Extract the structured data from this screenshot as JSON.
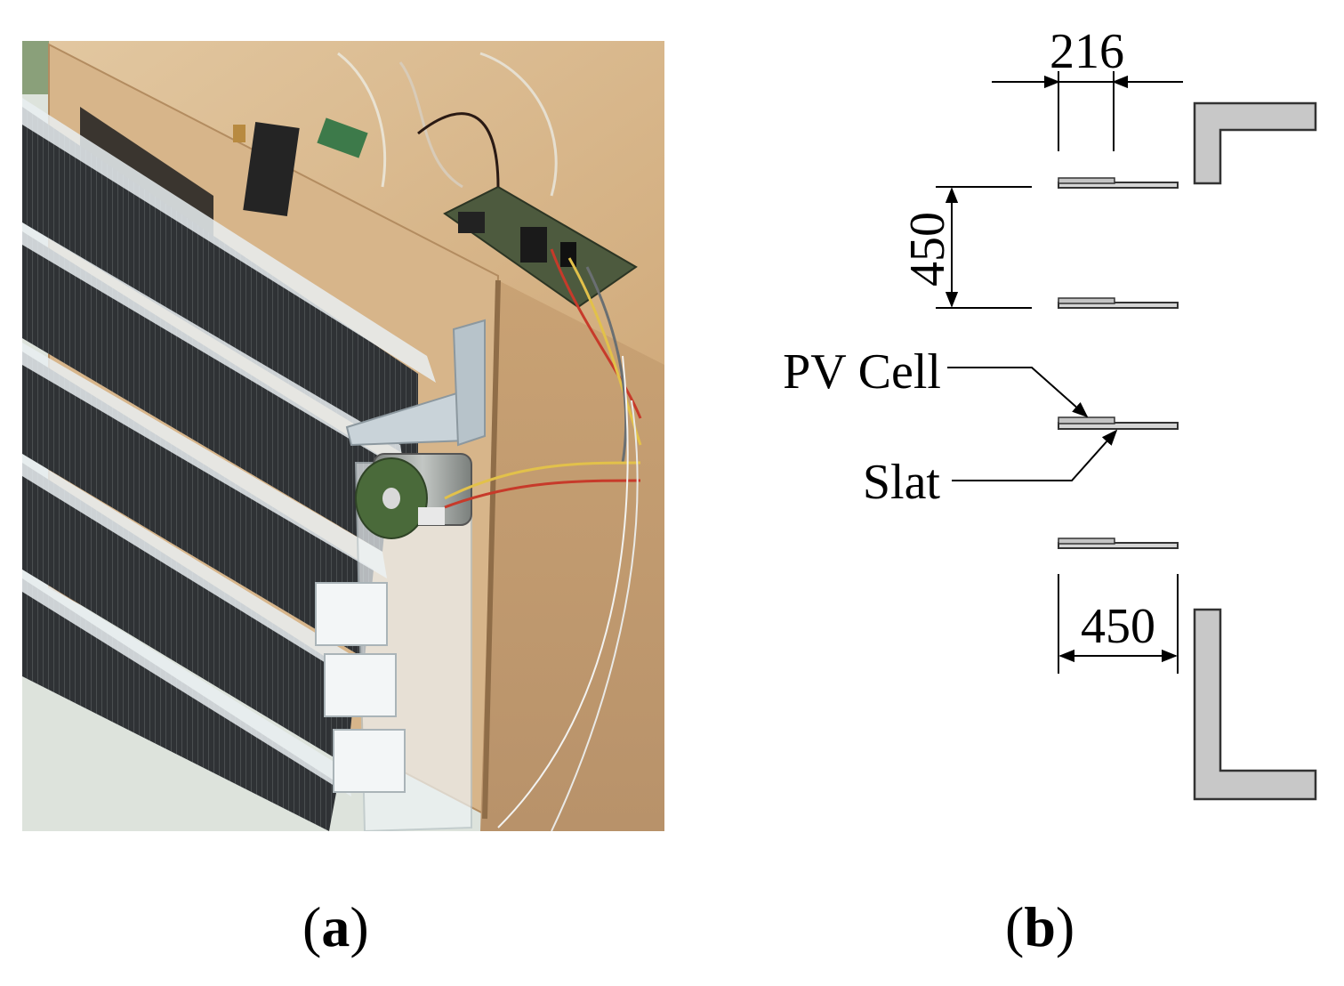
{
  "panels": {
    "a": {
      "label_letter": "a"
    },
    "b": {
      "label_letter": "b",
      "dim_top": "216",
      "dim_vertical": "450",
      "dim_bottom": "450",
      "label_pv_cell": "PV Cell",
      "label_slat": "Slat"
    }
  },
  "colors": {
    "wood": "#d9b88a",
    "wood_dark": "#b89266",
    "wood_side": "#c9a274",
    "louver": "#3a3d40",
    "acrylic": "#e4ebee",
    "motor": "#9a9e9c",
    "motor_green": "#4a6a3a",
    "pcb": "#4d5a3e",
    "diagram_fill": "#c8c8c8",
    "diagram_stroke": "#333333"
  }
}
